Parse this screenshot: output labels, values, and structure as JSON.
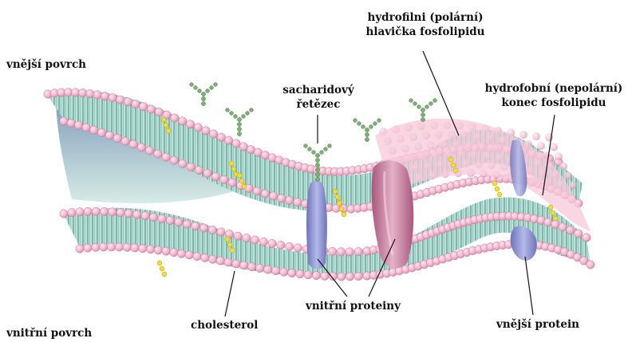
{
  "labels": {
    "outer_surface": "vnější povrch",
    "inner_surface": "vnitřní povrch",
    "saccharide_line1": "sacharidový",
    "saccharide_line2": "řetězec",
    "hydrophilic_line1": "hydrofilni (polární)",
    "hydrophilic_line2": "hlavička fosfolipidu",
    "hydrophobic_line1": "hydrofobní (nepolární)",
    "hydrophobic_line2": "konec fosfolipidu",
    "cholesterol": "cholesterol",
    "inner_proteins": "vnitřní proteiny",
    "outer_protein": "vnější protein"
  },
  "colors": {
    "head_fill": "#f2b8cd",
    "head_stroke": "#c9799a",
    "tail_color": "#7fb7ad",
    "interior": "#bfe0d6",
    "protein_blue": "#8f95cf",
    "protein_pink": "#c98aa8",
    "cholesterol": "#f4dc3a",
    "sugar_green": "#7fae79"
  }
}
